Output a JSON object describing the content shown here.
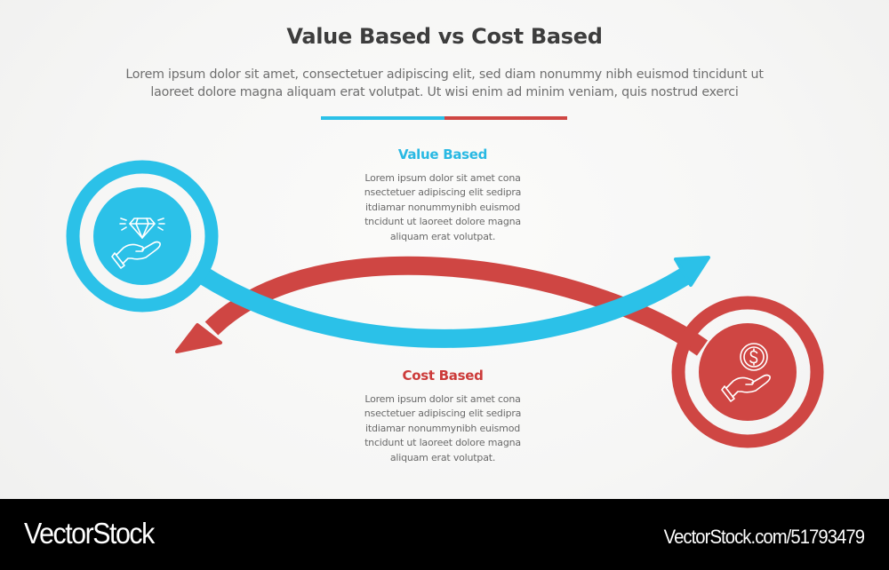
{
  "header": {
    "title": "Value Based vs Cost Based",
    "subtitle_lines": [
      "Lorem ipsum dolor sit amet, consectetuer adipiscing elit, sed diam nonummy nibh euismod tincidunt ut",
      "laoreet dolore magna aliquam erat volutpat. Ut wisi enim ad minim veniam, quis nostrud exerci"
    ]
  },
  "divider": {
    "left_color": "#2bc1e8",
    "right_color": "#cf4643"
  },
  "sections": [
    {
      "id": "value",
      "title": "Value Based",
      "color": "#2bc1e8",
      "icon": "diamond-in-hand-icon",
      "body_lines": [
        "Lorem ipsum dolor sit amet cona",
        "nsectetuer adipiscing elit sedipra",
        "itdiamar nonummynibh euismod",
        "tncidunt ut laoreet dolore magna",
        "aliquam erat volutpat."
      ]
    },
    {
      "id": "cost",
      "title": "Cost Based",
      "color": "#cf4643",
      "icon": "coin-in-hand-icon",
      "body_lines": [
        "Lorem ipsum dolor sit amet cona",
        "nsectetuer adipiscing elit sedipra",
        "itdiamar nonummynibh euismod",
        "tncidunt ut laoreet dolore magna",
        "aliquam erat volutpat."
      ]
    }
  ],
  "footer": {
    "brand": "VectorStock",
    "image_id": "VectorStock.com/51793479"
  }
}
